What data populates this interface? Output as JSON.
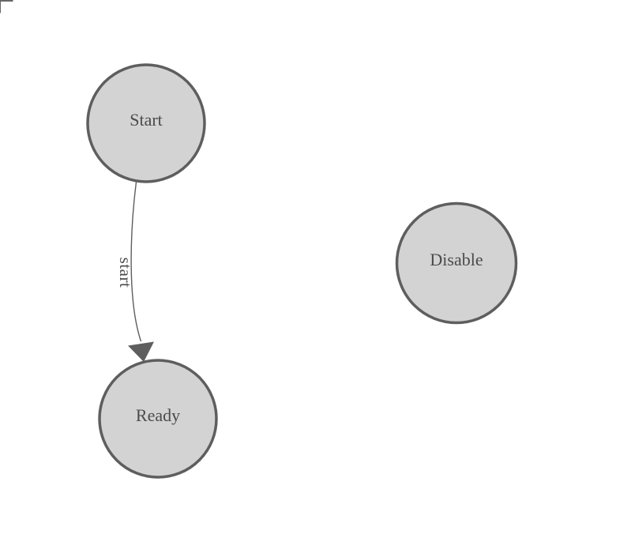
{
  "colors": {
    "background": "#ffffff",
    "node-fill": "#d3d3d3",
    "node-stroke": "#5e5e5e",
    "node-text": "#4b4b4b",
    "edge-stroke": "#5e5e5e",
    "edge-label-text": "#4b4b4b",
    "corner-mark": "#666666"
  },
  "diagram": {
    "nodes": [
      {
        "id": "start",
        "label": "Start"
      },
      {
        "id": "ready",
        "label": "Ready"
      },
      {
        "id": "disable",
        "label": "Disable"
      }
    ],
    "edges": [
      {
        "from": "Start",
        "to": "Ready",
        "label": "start"
      }
    ]
  }
}
